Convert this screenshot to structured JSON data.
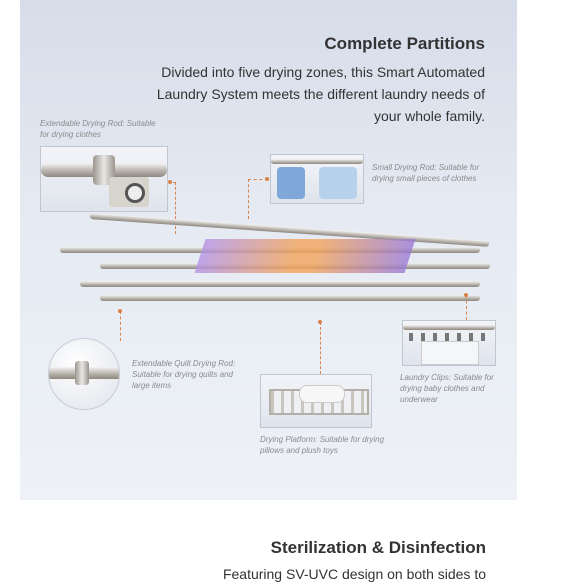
{
  "partitions": {
    "title": "Complete Partitions",
    "description": "Divided into five drying zones, this Smart Automated Laundry System  meets the different laundry needs of your whole family."
  },
  "callouts": {
    "extendable_drying_rod": "Extendable Drying Rod: Suitable for drying clothes",
    "small_drying_rod": "Small Drying Rod: Suitable for drying small pieces of clothes",
    "extendable_quilt_rod": "Extendable Quilt Drying Rod: Suitable for drying quilts and large items",
    "laundry_clips": "Laundry Clips: Suitable for drying baby clothes and underwear",
    "drying_platform": "Drying Platform: Suitable for drying pillows and plush toys"
  },
  "sterilization": {
    "title": "Sterilization & Disinfection",
    "description": "Featuring SV-UVC design on both sides to"
  },
  "colors": {
    "accent": "#d9824a",
    "uv_purple": "#8c6fd1",
    "light_orange": "#f3a45a"
  }
}
